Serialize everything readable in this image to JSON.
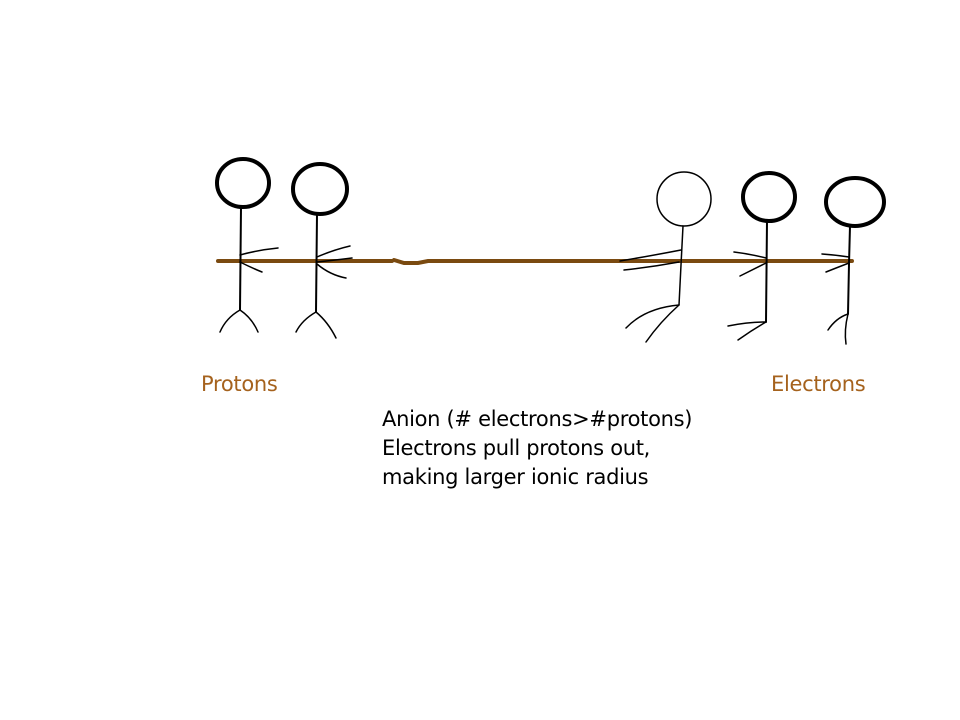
{
  "labels": {
    "protons": "Protons",
    "electrons": "Electrons"
  },
  "caption": {
    "line1": "Anion (# electrons>#protons)",
    "line2": "Electrons pull protons out,",
    "line3": "making larger ionic radius"
  },
  "colors": {
    "rope": "#7a4a10",
    "label": "#a5621d",
    "figure": "#000000",
    "text": "#000000"
  }
}
